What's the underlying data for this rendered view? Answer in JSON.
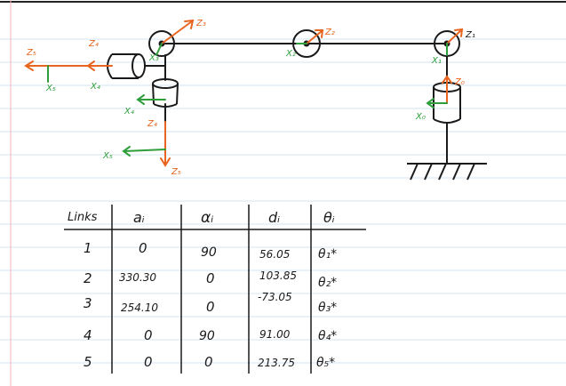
{
  "diagram": {
    "colors": {
      "ink": "#1a1a1a",
      "frame_z": "#e8651f",
      "frame_x": "#2e9e3a",
      "rule": "#cfdff0",
      "margin": "#f2b3b8"
    },
    "frames": {
      "z0": "Z₀",
      "x0": "X₀",
      "z1": "Z₁",
      "x1": "X₁",
      "z2": "Z₂",
      "x2": "X₂",
      "z3": "Z₃",
      "x3": "X₃",
      "z4": "Z₄",
      "x4": "X₄",
      "z5": "Z₅",
      "x5": "X₅"
    },
    "ground_symbol": "ground-hatch"
  },
  "dh_table": {
    "headers": [
      "Links",
      "aᵢ",
      "αᵢ",
      "dᵢ",
      "θᵢ"
    ],
    "rows": [
      {
        "link": "1",
        "a": "0",
        "alpha": "90",
        "d": "56.05",
        "theta": "θ₁*"
      },
      {
        "link": "2",
        "a": "330.30",
        "alpha": "0",
        "d": "103.85",
        "theta": "θ₂*"
      },
      {
        "link": "3",
        "a": "254.10",
        "alpha": "0",
        "d": "-73.05",
        "theta": "θ₃*"
      },
      {
        "link": "4",
        "a": "0",
        "alpha": "90",
        "d": "91.00",
        "theta": "θ₄*"
      },
      {
        "link": "5",
        "a": "0",
        "alpha": "0",
        "d": "213.75",
        "theta": "θ₅*"
      }
    ]
  }
}
